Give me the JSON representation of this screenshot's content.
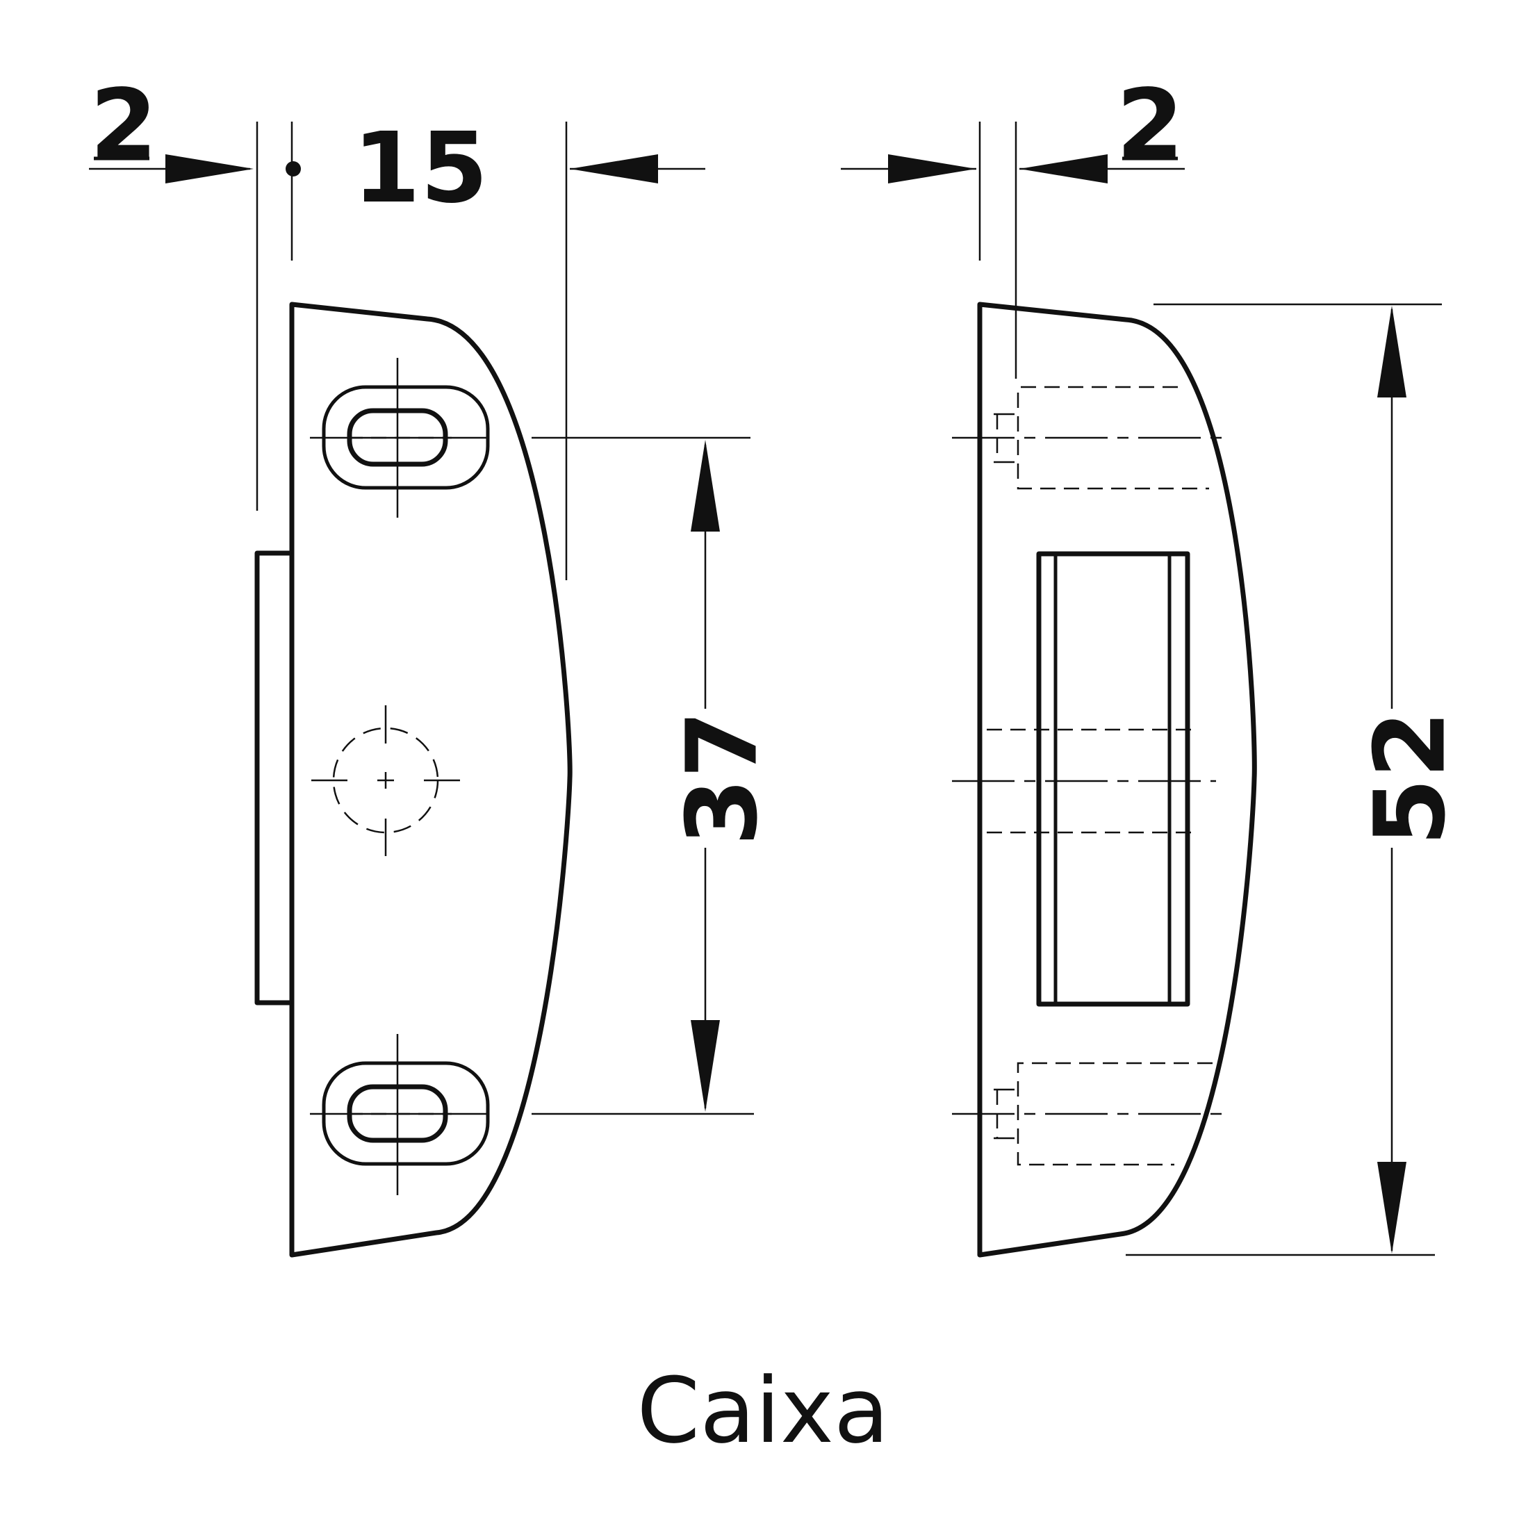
{
  "dimensions": {
    "front_offset": "2",
    "front_width": "15",
    "hole_spacing": "37",
    "side_offset": "2",
    "side_height": "52"
  },
  "caption": "Caixa",
  "colors": {
    "line": "#111111",
    "background": "#ffffff"
  }
}
